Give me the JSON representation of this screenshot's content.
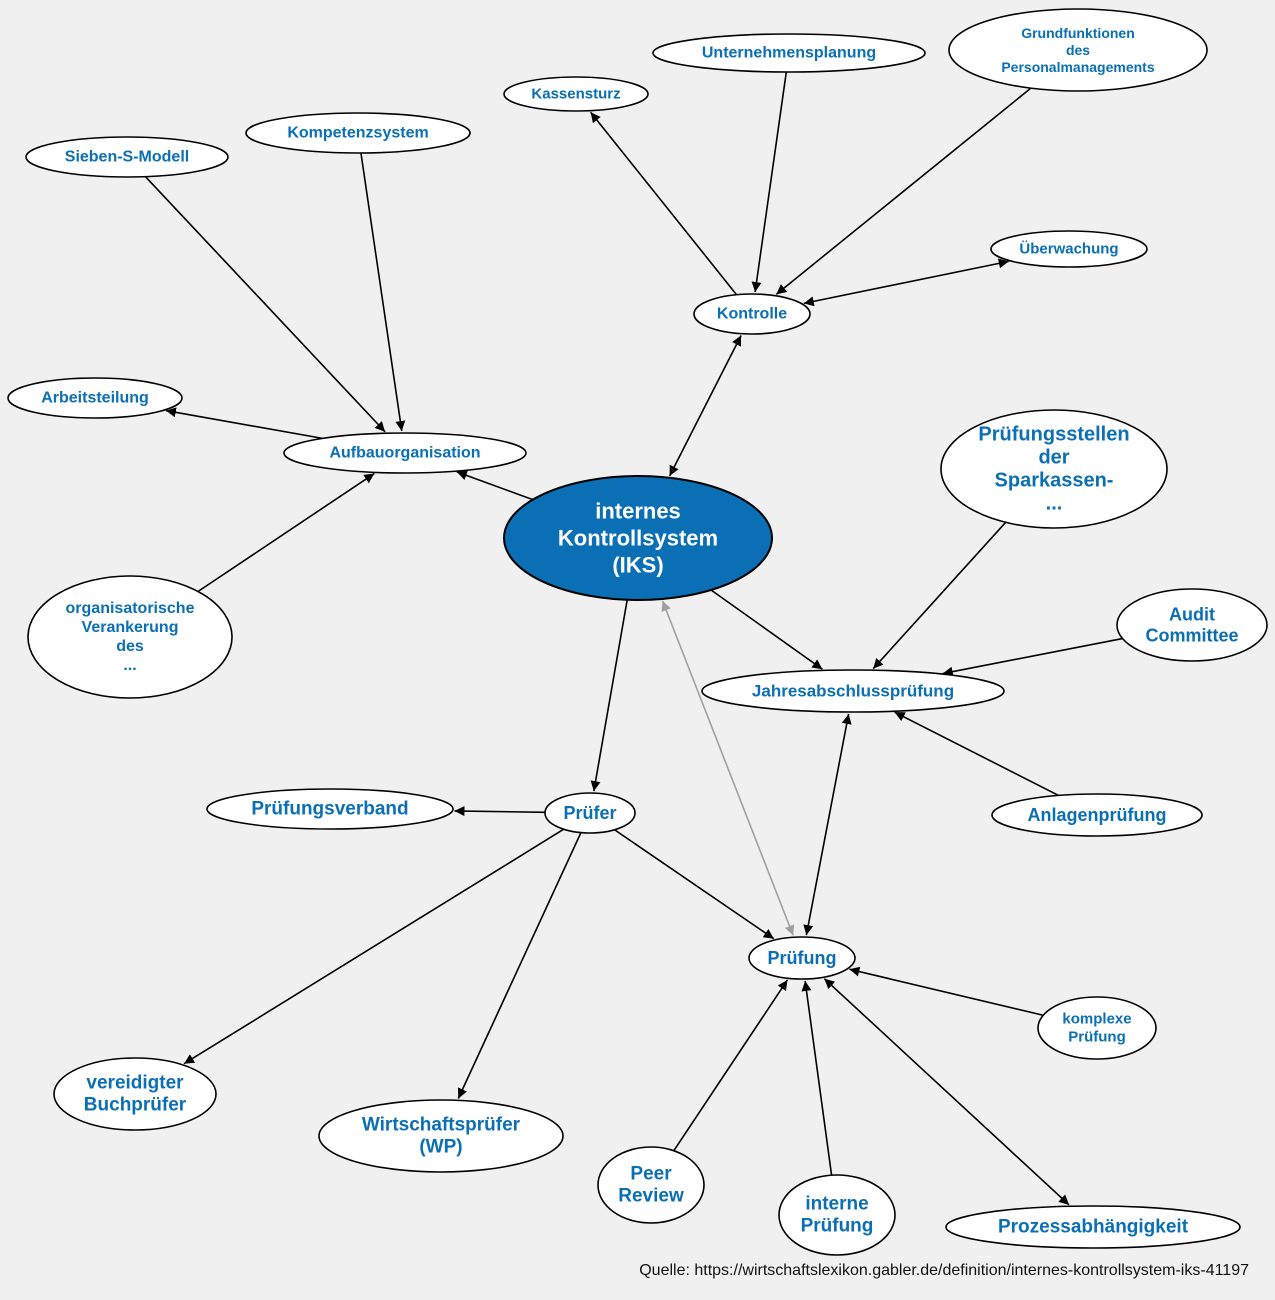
{
  "colors": {
    "background": "#f0f0f0",
    "text": "#0a6fb4",
    "center_fill": "#0a6fb4",
    "center_text": "#ffffff",
    "edge": "#000000",
    "edge_secondary": "#a0a0a0"
  },
  "nodes": [
    {
      "id": "iks",
      "lines": [
        "internes",
        "Kontrollsystem",
        "(IKS)"
      ],
      "center": true
    },
    {
      "id": "kontrolle",
      "lines": [
        "Kontrolle"
      ]
    },
    {
      "id": "kassensturz",
      "lines": [
        "Kassensturz"
      ]
    },
    {
      "id": "unternehmensplanung",
      "lines": [
        "Unternehmensplanung"
      ]
    },
    {
      "id": "grundfunktionen",
      "lines": [
        "Grundfunktionen",
        "des",
        "Personalmanagements"
      ]
    },
    {
      "id": "ueberwachung",
      "lines": [
        "Überwachung"
      ]
    },
    {
      "id": "aufbauorganisation",
      "lines": [
        "Aufbauorganisation"
      ]
    },
    {
      "id": "sieben-s",
      "lines": [
        "Sieben-S-Modell"
      ]
    },
    {
      "id": "kompetenzsystem",
      "lines": [
        "Kompetenzsystem"
      ]
    },
    {
      "id": "arbeitsteilung",
      "lines": [
        "Arbeitsteilung"
      ]
    },
    {
      "id": "org-verankerung",
      "lines": [
        "organisatorische",
        "Verankerung",
        "des",
        "..."
      ]
    },
    {
      "id": "pruefungsstellen",
      "lines": [
        "Prüfungsstellen",
        "der",
        "Sparkassen-",
        "..."
      ]
    },
    {
      "id": "audit-committee",
      "lines": [
        "Audit",
        "Committee"
      ]
    },
    {
      "id": "jahresabschluss",
      "lines": [
        "Jahresabschlussprüfung"
      ]
    },
    {
      "id": "anlagenpruefung",
      "lines": [
        "Anlagenprüfung"
      ]
    },
    {
      "id": "pruefer",
      "lines": [
        "Prüfer"
      ]
    },
    {
      "id": "pruefungsverband",
      "lines": [
        "Prüfungsverband"
      ]
    },
    {
      "id": "pruefung",
      "lines": [
        "Prüfung"
      ]
    },
    {
      "id": "komplexe",
      "lines": [
        "komplexe",
        "Prüfung"
      ]
    },
    {
      "id": "vereidigter",
      "lines": [
        "vereidigter",
        "Buchprüfer"
      ]
    },
    {
      "id": "wp",
      "lines": [
        "Wirtschaftsprüfer",
        "(WP)"
      ]
    },
    {
      "id": "peer-review",
      "lines": [
        "Peer",
        "Review"
      ]
    },
    {
      "id": "interne-pruefung",
      "lines": [
        "interne",
        "Prüfung"
      ]
    },
    {
      "id": "prozess",
      "lines": [
        "Prozessabhängigkeit"
      ]
    }
  ],
  "edges": [
    {
      "from": "iks",
      "to": "kontrolle",
      "both": true
    },
    {
      "from": "iks",
      "to": "aufbauorganisation"
    },
    {
      "from": "iks",
      "to": "jahresabschluss"
    },
    {
      "from": "iks",
      "to": "pruefer"
    },
    {
      "from": "pruefung",
      "to": "iks",
      "both": true,
      "gray": true
    },
    {
      "from": "kontrolle",
      "to": "kassensturz"
    },
    {
      "from": "unternehmensplanung",
      "to": "kontrolle"
    },
    {
      "from": "grundfunktionen",
      "to": "kontrolle"
    },
    {
      "from": "kontrolle",
      "to": "ueberwachung",
      "both": true
    },
    {
      "from": "sieben-s",
      "to": "aufbauorganisation"
    },
    {
      "from": "kompetenzsystem",
      "to": "aufbauorganisation"
    },
    {
      "from": "aufbauorganisation",
      "to": "arbeitsteilung"
    },
    {
      "from": "org-verankerung",
      "to": "aufbauorganisation"
    },
    {
      "from": "pruefungsstellen",
      "to": "jahresabschluss"
    },
    {
      "from": "audit-committee",
      "to": "jahresabschluss"
    },
    {
      "from": "anlagenpruefung",
      "to": "jahresabschluss"
    },
    {
      "from": "jahresabschluss",
      "to": "pruefung",
      "both": true
    },
    {
      "from": "pruefer",
      "to": "pruefungsverband"
    },
    {
      "from": "pruefer",
      "to": "pruefung"
    },
    {
      "from": "pruefer",
      "to": "vereidigter"
    },
    {
      "from": "pruefer",
      "to": "wp"
    },
    {
      "from": "komplexe",
      "to": "pruefung"
    },
    {
      "from": "peer-review",
      "to": "pruefung"
    },
    {
      "from": "interne-pruefung",
      "to": "pruefung"
    },
    {
      "from": "pruefung",
      "to": "prozess",
      "both": true
    }
  ],
  "source": "Quelle: https://wirtschaftslexikon.gabler.de/definition/internes-kontrollsystem-iks-41197"
}
